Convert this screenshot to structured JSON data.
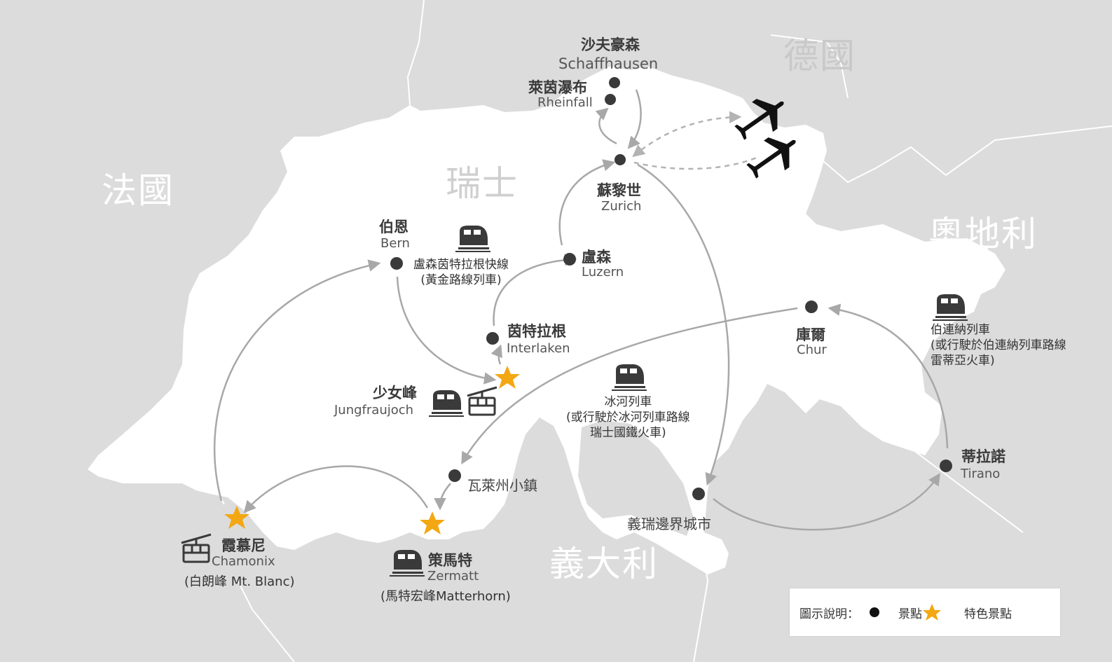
{
  "countries": {
    "germany": "德國",
    "france": "法國",
    "switzerland": "瑞士",
    "austria": "奧地利",
    "italy": "義大利"
  },
  "places": {
    "schaffhausen": {
      "zh": "沙夫豪森",
      "en": "Schaffhausen"
    },
    "rheinfall": {
      "zh": "萊茵瀑布",
      "en": "Rheinfall"
    },
    "zurich": {
      "zh": "蘇黎世",
      "en": "Zurich"
    },
    "bern": {
      "zh": "伯恩",
      "en": "Bern"
    },
    "luzern": {
      "zh": "盧森",
      "en": "Luzern"
    },
    "interlaken": {
      "zh": "茵特拉根",
      "en": "Interlaken"
    },
    "jungfraujoch": {
      "zh": "少女峰",
      "en": "Jungfraujoch"
    },
    "chur": {
      "zh": "庫爾",
      "en": "Chur"
    },
    "tirano": {
      "zh": "蒂拉諾",
      "en": "Tirano"
    },
    "wallis_town": {
      "zh": "瓦萊州小鎮"
    },
    "border_city": {
      "zh": "義瑞邊界城市"
    },
    "chamonix": {
      "zh": "霞慕尼",
      "en": "Chamonix",
      "note": "(白朗峰 Mt. Blanc)"
    },
    "zermatt": {
      "zh": "策馬特",
      "en": "Zermatt",
      "note": "(馬特宏峰Matterhorn)"
    }
  },
  "routes": {
    "golden_pass": [
      "盧森茵特拉根快線",
      "(黃金路線列車)"
    ],
    "glacier": [
      "冰河列車",
      "(或行駛於冰河列車路線",
      "瑞士國鐵火車)"
    ],
    "bernina": [
      "伯連納列車",
      "(或行駛於伯連納列車路線",
      "雷蒂亞火車)"
    ]
  },
  "legend": {
    "title": "圖示說明：",
    "spot": "景點",
    "feature": "特色景點"
  },
  "colors": {
    "background": "#dcdcdc",
    "land": "#ffffff",
    "arrow": "#a8a8a8",
    "dot": "#3a3a3a",
    "star": "#f3a712"
  },
  "icons": [
    "airplane-icon",
    "train-icon",
    "cable-car-icon",
    "star-icon",
    "dot-icon"
  ]
}
